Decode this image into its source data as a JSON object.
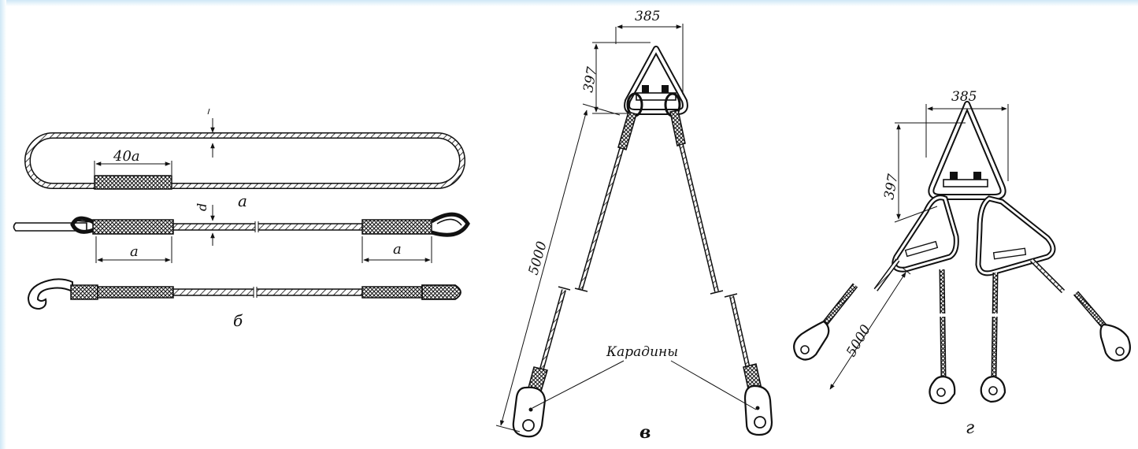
{
  "figure_a": {
    "label": "а",
    "dim_splice": "40a",
    "dim_d": "d",
    "dim_a_left": "a",
    "dim_a_right": "a"
  },
  "figure_b": {
    "label": "б"
  },
  "figure_v": {
    "label": "в",
    "dim_width": "385",
    "dim_height": "397",
    "dim_length": "5000",
    "callout": "Карадины"
  },
  "figure_g": {
    "label": "г",
    "dim_width": "385",
    "dim_height": "397",
    "dim_length": "5000"
  },
  "colors": {
    "line": "#111111",
    "edge": "#cfe8f6"
  }
}
